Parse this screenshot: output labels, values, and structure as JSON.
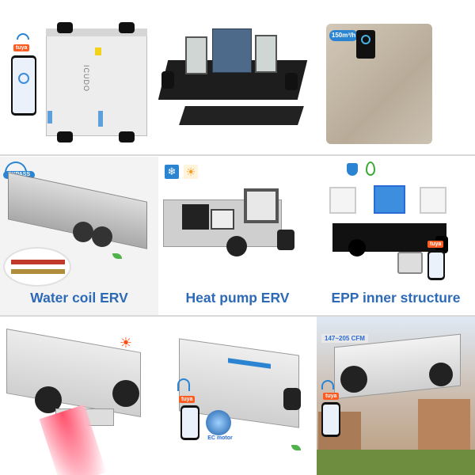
{
  "captions": {
    "water_coil": "Water coil ERV",
    "heat_pump": "Heat pump ERV",
    "epp": "EPP inner structure"
  },
  "badges": {
    "bypass": "BYPASS",
    "tuya": "tuya",
    "flow_rate": "150m³/h",
    "cfm_range": "147~205 CFM",
    "ec_motor": "EC motor",
    "brand": "ICUDO"
  },
  "colors": {
    "caption_blue": "#2c6ab7",
    "tuya_orange": "#ff5a1f",
    "divider": "#d9d9d9"
  },
  "icons": [
    "wifi-icon",
    "snowflake-icon",
    "sun-icon",
    "shield-icon",
    "water-drop-icon",
    "leaf-icon",
    "heat-sun-icon"
  ]
}
